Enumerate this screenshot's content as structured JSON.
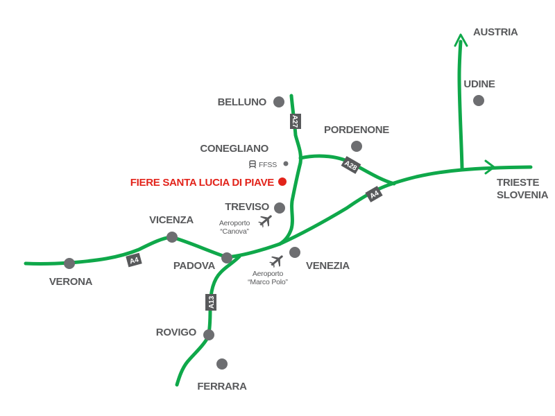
{
  "colors": {
    "road": "#0fa84a",
    "city": "#6d6e71",
    "text": "#58595b",
    "shield": "#58595b",
    "highlight": "#e2231a"
  },
  "cities": {
    "belluno": "BELLUNO",
    "conegliano": "CONEGLIANO",
    "ffss": "FFSS",
    "fiere": "FIERE SANTA LUCIA DI PIAVE",
    "treviso": "TREVISO",
    "vicenza": "VICENZA",
    "verona": "VERONA",
    "padova": "PADOVA",
    "venezia": "VENEZIA",
    "rovigo": "ROVIGO",
    "ferrara": "FERRARA",
    "pordenone": "PORDENONE",
    "udine": "UDINE",
    "austria": "AUSTRIA",
    "trieste": "TRIESTE",
    "slovenia": "SLOVENIA"
  },
  "airports": {
    "canova_line1": "Aeroporto",
    "canova_line2": "“Canova”",
    "marco_polo_line1": "Aeroporto",
    "marco_polo_line2": "“Marco Polo”"
  },
  "highways": {
    "a27": "A27",
    "a28": "A28",
    "a4_east": "A4",
    "a4_west": "A4",
    "a13": "A13"
  },
  "icons": {
    "airport": "airplane-icon",
    "train": "train-icon",
    "arrow": "arrow-head-icon"
  }
}
